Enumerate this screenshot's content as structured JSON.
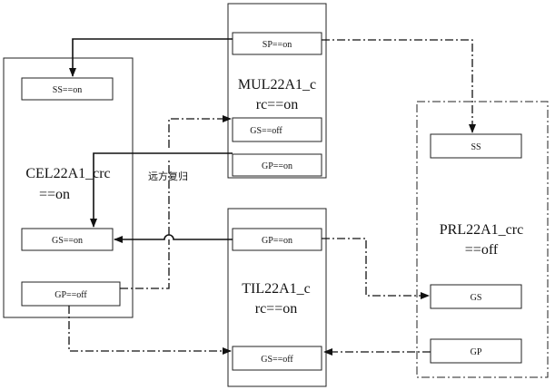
{
  "blocks": {
    "mul": {
      "line1": "MUL22A1_c",
      "line2": "rc==on",
      "ports": {
        "sp": "SP==on",
        "gs": "GS==off",
        "gp": "GP==on"
      }
    },
    "cel": {
      "line1": "CEL22A1_crc",
      "line2": "==on",
      "ports": {
        "ss": "SS==on",
        "gs": "GS==on",
        "gp": "GP==off"
      }
    },
    "til": {
      "line1": "TIL22A1_c",
      "line2": "rc==on",
      "ports": {
        "gp": "GP==on",
        "gs": "GS==off"
      }
    },
    "prl": {
      "line1": "PRL22A1_crc",
      "line2": "==off",
      "ports": {
        "ss": "SS",
        "gs": "GS",
        "gp": "GP"
      }
    }
  },
  "annotation": "远方复归",
  "colors": {
    "line": "#111111",
    "box": "#222222",
    "background": "#ffffff"
  }
}
